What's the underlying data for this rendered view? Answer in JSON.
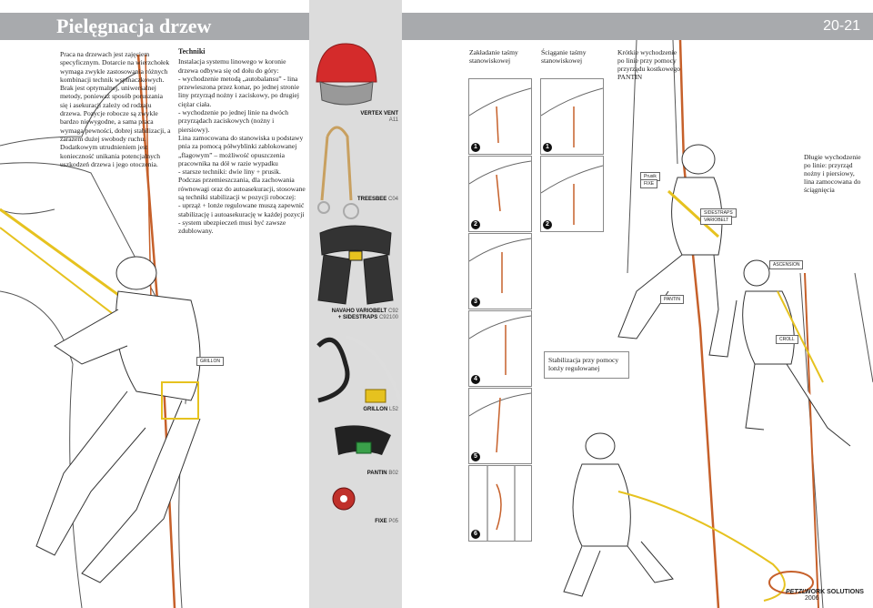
{
  "header": {
    "title": "Pielęgnacja drzew",
    "pages": "20-21"
  },
  "intro": {
    "text": "Praca na drzewach jest zajęciem specyficznym. Dotarcie na wierzchołek wymaga zwykle zastosowania różnych kombinacji technik wspinaczkowych. Brak jest optymalnej, uniwersalnej metody, ponieważ sposób poruszania się i asekuracji zależy od rodzaju drzewa. Pozycje robocze są zwykle bardzo niewygodne, a sama praca wymaga pewności, dobrej stabilizacji, a zarazem dużej swobody ruchu. Dodatkowym utrudnieniem jest konieczność unikania potencjalnych uszkodzeń drzewa i jego otoczenia."
  },
  "techniques": {
    "title": "Techniki",
    "body": "Instalacja systemu linowego w koronie drzewa odbywa się od dołu do góry:\n- wychodzenie metodą „autobalansu” - lina przewieszona przez konar, po jednej stronie liny przyrząd nożny i zaciskowy, po drugiej ciężar ciała.\n- wychodzenie po jednej linie na dwóch przyrządach zaciskowych (nożny i piersiowy).\nLina zamocowana do stanowiska u podstawy pnia za pomocą półwyblinki zablokowanej „flagowym” – możliwość opuszczenia pracownika na dół w razie wypadku\n- starsze techniki: dwie liny + prusik.\nPodczas przemieszczania, dla zachowania równowagi oraz do autoasekuracji, stosowane są techniki stabilizacji w pozycji roboczej:\n- uprząż + lonże regulowane muszą zapewnić stabilizację i autoasekurację w każdej pozycji\n- system ubezpieczeń musi być zawsze zdublowany."
  },
  "products": [
    {
      "name": "VERTEX VENT",
      "code": "A11"
    },
    {
      "name": "TREESBEE",
      "code": "C04"
    },
    {
      "name": "NAVAHO VARIOBELT",
      "code": "C92",
      "extra": "+ SIDESTRAPS",
      "extra_code": "C92100"
    },
    {
      "name": "GRILLON",
      "code": "L52"
    },
    {
      "name": "PANTIN",
      "code": "B02"
    },
    {
      "name": "FIXE",
      "code": "P05"
    }
  ],
  "columns": {
    "install": "Zakładanie taśmy\nstanowiskowej",
    "remove": "Ściąganie taśmy\nstanowiskowej",
    "short_ascent": "Krótkie wychodzenie\npo linie przy pomocy\nprzyrządu kostkowego\nPANTIN"
  },
  "steps": [
    "1",
    "2",
    "3",
    "4",
    "5",
    "6"
  ],
  "remove_steps": [
    "1",
    "2"
  ],
  "long_ascent": "Długie wychodzenie\npo linie: przyrząd\nnożny i piersiowy,\nlina zamocowana do\nściągnięcia",
  "stabilization": "Stabilizacja przy pomocy\nlonży regulowanej",
  "callouts": {
    "grillon": "GRILLON",
    "prusik": "Prusik",
    "fixe": "FIXE",
    "sidestraps": "SIDESTRAPS",
    "variobelt": "VARIOBELT",
    "ascension": "ASCENSION",
    "pantin": "PANTIN",
    "croll": "CROLL"
  },
  "footer": {
    "brand": "PETZL",
    "text": "WORK SOLUTIONS",
    "year": "2006"
  },
  "colors": {
    "header": "#a8aaad",
    "gutter": "#dcdcdc",
    "rope_orange": "#c6602a",
    "rope_yellow": "#e6c21f",
    "helmet_red": "#d42b2b"
  }
}
